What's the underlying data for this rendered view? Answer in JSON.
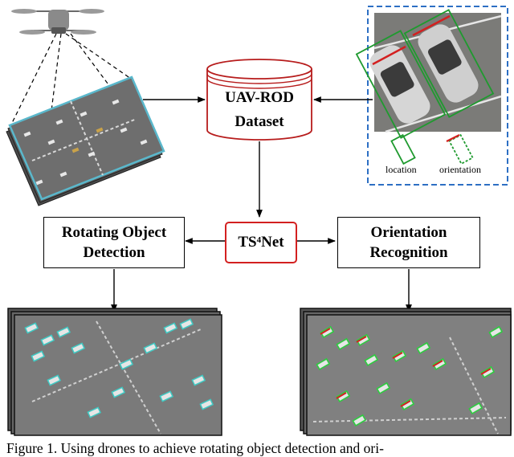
{
  "nodes": {
    "dataset": {
      "line1": "UAV-ROD",
      "line2": "Dataset"
    },
    "network": {
      "prefix": "TS",
      "superscript": "4",
      "suffix": "Net"
    },
    "detection": {
      "line1": "Rotating Object",
      "line2": "Detection"
    },
    "recognition": {
      "line1": "Orientation",
      "line2": "Recognition"
    }
  },
  "inset": {
    "legend_location": "location",
    "legend_orientation": "orientation"
  },
  "caption": "Figure 1. Using drones to achieve rotating object detection and ori-",
  "colors": {
    "network_border": "#d32020",
    "inset_border": "#2d6fc4",
    "location_box": "#1f9a2f",
    "orientation_mark": "#d32020",
    "aerial_frame": "#5ab8cc",
    "detection_box": "#3fc9c3",
    "recognition_box": "#2ecc40"
  }
}
